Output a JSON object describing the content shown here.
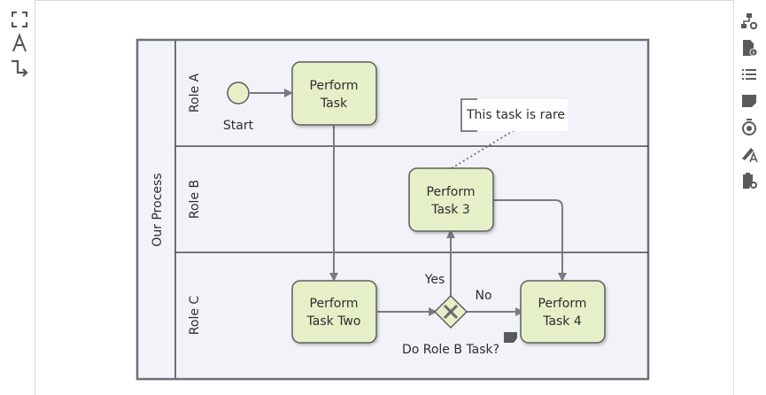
{
  "left_toolbar": {
    "tools": [
      {
        "name": "fit-screen-icon",
        "glyph": "⛶"
      },
      {
        "name": "text-icon",
        "glyph": "A"
      },
      {
        "name": "connector-icon",
        "glyph": "↳"
      }
    ]
  },
  "right_toolbar": {
    "tools": [
      "hierarchy-settings-icon",
      "document-info-icon",
      "list-icon",
      "note-icon",
      "timer-settings-icon",
      "format-paint-icon",
      "clipboard-settings-icon"
    ]
  },
  "diagram": {
    "pool_label": "Our Process",
    "lanes": [
      {
        "label": "Role A"
      },
      {
        "label": "Role B"
      },
      {
        "label": "Role C"
      }
    ],
    "start_label": "Start",
    "tasks": [
      {
        "line1": "Perform",
        "line2": "Task"
      },
      {
        "line1": "Perform",
        "line2": "Task 3"
      },
      {
        "line1": "Perform",
        "line2": "Task Two"
      },
      {
        "line1": "Perform",
        "line2": "Task 4"
      }
    ],
    "annotation": "This task is rare",
    "gateway_label": "Do Role B Task?",
    "flow_yes": "Yes",
    "flow_no": "No"
  },
  "colors": {
    "task_fill": "#e6f0c8",
    "task_stroke": "#5d5d5d",
    "pool_stroke": "#6f6f7a",
    "lane_fill": "#f2f3f8",
    "flow": "#7a7a85",
    "icon": "#5a5a5a"
  }
}
